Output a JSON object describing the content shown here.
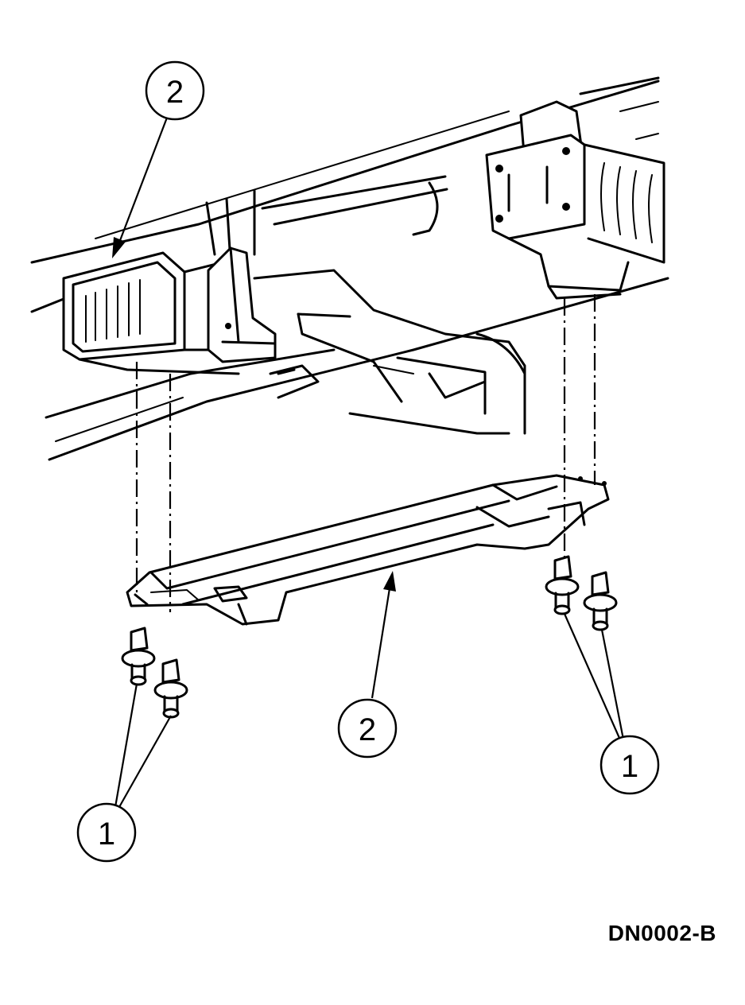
{
  "figure": {
    "id": "DN0002-B"
  },
  "callouts": [
    {
      "key": "upper-left",
      "number": "2"
    },
    {
      "key": "center",
      "number": "2"
    },
    {
      "key": "lower-left",
      "number": "1"
    },
    {
      "key": "lower-right",
      "number": "1"
    }
  ],
  "colors": {
    "ink": "#000000",
    "paper": "#ffffff"
  }
}
